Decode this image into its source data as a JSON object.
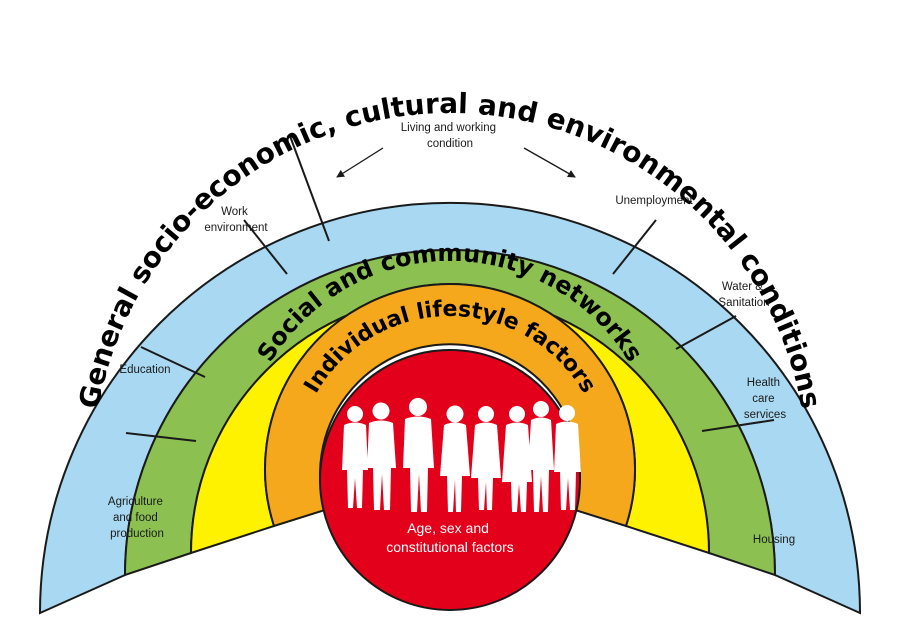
{
  "outer_band": {
    "label": "General socio-economic, cultural and environmental conditions",
    "color": "#a9d9f2"
  },
  "middle_band": {
    "label": "Social and community networks",
    "color": "#fff200"
  },
  "inner_band": {
    "label": "Individual lifestyle factors",
    "color": "#f5a81c"
  },
  "core": {
    "lines": [
      "Age, sex and",
      "constitutional factors"
    ],
    "color": "#e2001a",
    "icon": "people-silhouettes-icon"
  },
  "living_conditions": {
    "color": "#8cc152",
    "heading": [
      "Living and working",
      "condition"
    ],
    "segments": [
      {
        "lines": [
          "Agriculture",
          "and food",
          "production"
        ]
      },
      {
        "lines": [
          "Education"
        ]
      },
      {
        "lines": [
          "Work",
          "environment"
        ]
      },
      {
        "lines": [
          "Unemployment"
        ]
      },
      {
        "lines": [
          "Water &",
          "Sanitation"
        ]
      },
      {
        "lines": [
          "Health",
          "care",
          "services"
        ]
      },
      {
        "lines": [
          "Housing"
        ]
      }
    ]
  }
}
